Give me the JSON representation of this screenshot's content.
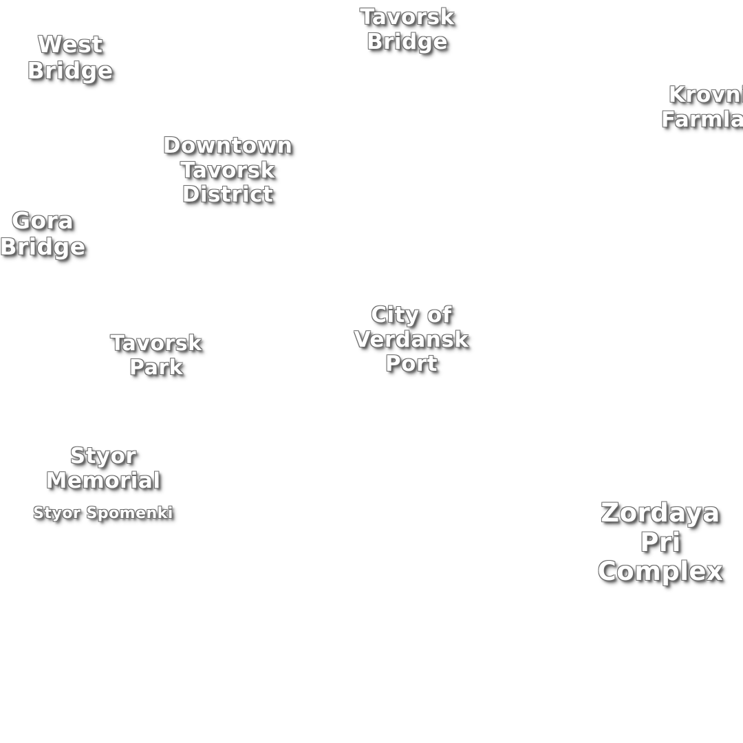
{
  "map": {
    "labels": {
      "west_bridge": "West\nBridge",
      "tavorsk_bridge": "Tavorsk\nBridge",
      "krovnik_farmland": "Krovni\nFarmlar",
      "downtown_tavorsk_district": "Downtown\nTavorsk\nDistrict",
      "gora_bridge": "Gora\nBridge",
      "city_of_verdansk_port": "City of\nVerdansk\nPort",
      "tavorsk_park": "Tavorsk\nPark",
      "styor_memorial": "Styor\nMemorial",
      "styor_spomenki": "Styor Spomenki",
      "zordaya_prison_complex": "Zordaya Pri\nComplex"
    },
    "colors": {
      "background": "#ffffff",
      "label_fill": "#ffffff",
      "label_outline": "#6a6a6a"
    }
  }
}
